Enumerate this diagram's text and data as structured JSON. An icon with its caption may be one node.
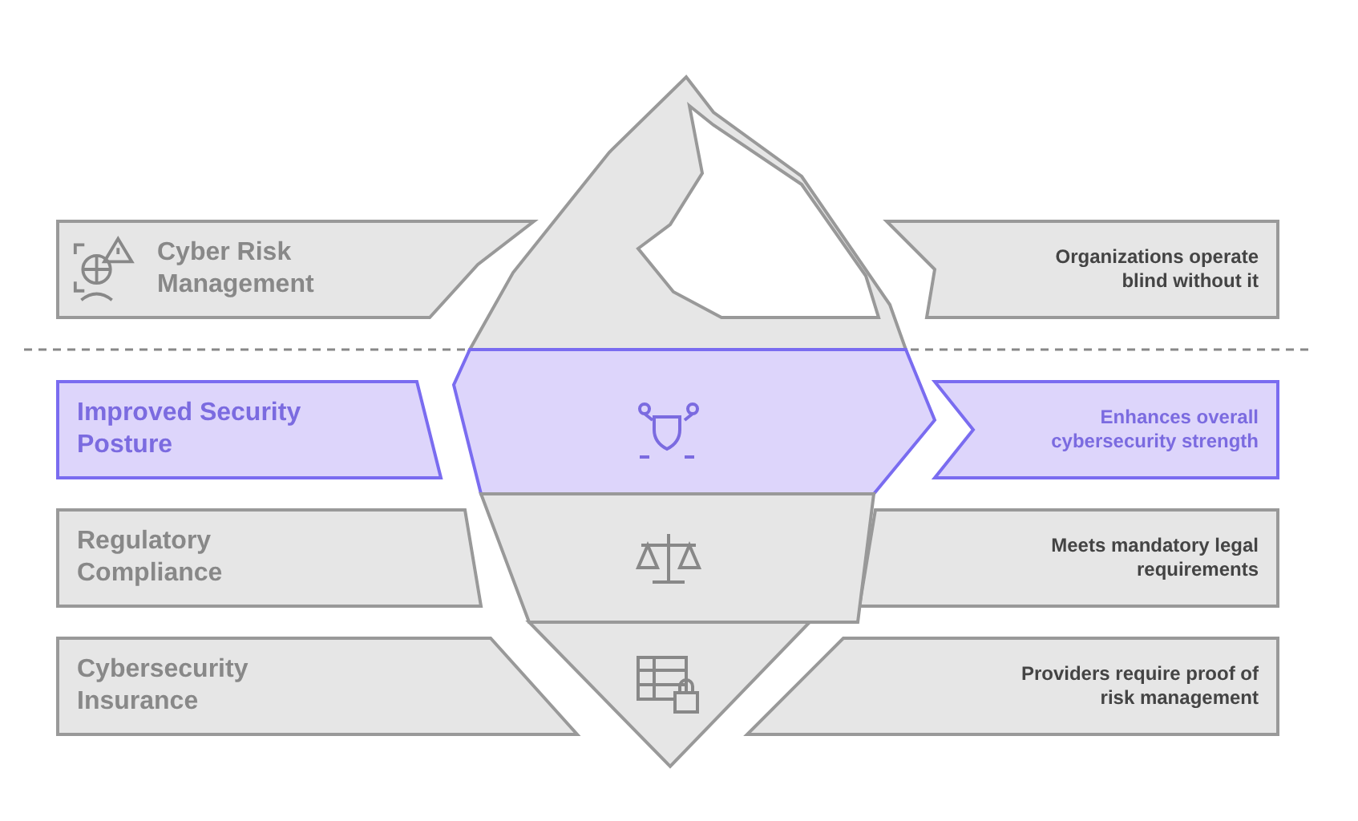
{
  "diagram": {
    "nodes": [
      {
        "text": [
          "Cyber Risk Management"
        ]
      },
      {
        "text": [
          "Organizations operate blind without it"
        ]
      },
      {
        "text": [
          "Improved Security Posture"
        ]
      },
      {
        "text": [
          "Enhances overall cybersecurity strength"
        ]
      },
      {
        "text": [
          "Regulatory Compliance"
        ]
      },
      {
        "text": [
          "Meets mandatory legal requirements"
        ]
      },
      {
        "text": [
          "Cybersecurity Insurance"
        ]
      },
      {
        "text": [
          "Providers require proof of risk management"
        ]
      },
      {
        "text": [],
        "shape": "picture"
      },
      {
        "text": [],
        "shape": "band"
      },
      {
        "text": [],
        "shape": "band"
      },
      {
        "text": [],
        "shape": "triangle"
      }
    ]
  }
}
